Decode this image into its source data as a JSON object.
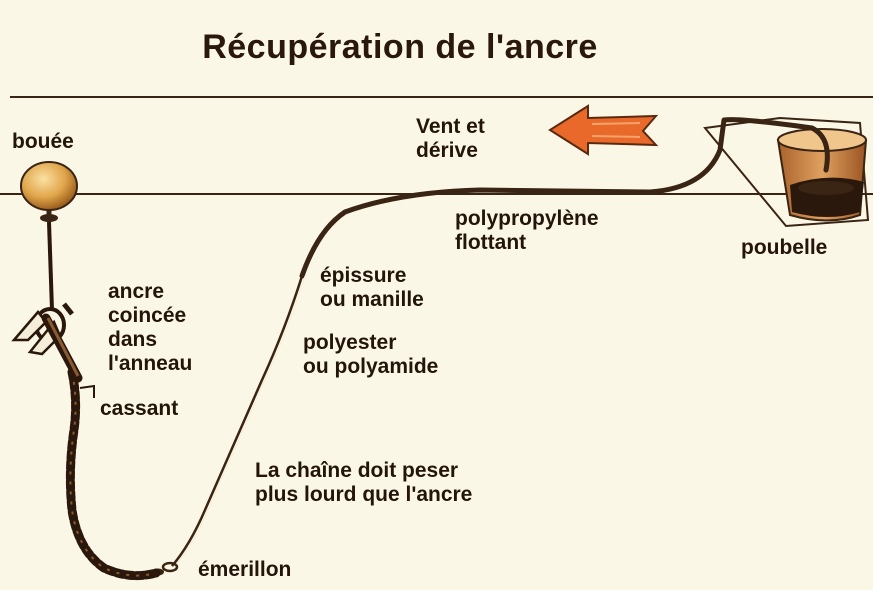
{
  "title": "Récupération de l'ancre",
  "labels": {
    "bouee": "bouée",
    "vent_1": "Vent et",
    "vent_2": "dérive",
    "polypropylene_1": "polypropylène",
    "polypropylene_2": "flottant",
    "poubelle": "poubelle",
    "epissure_1": "épissure",
    "epissure_2": "ou manille",
    "ancre_1": "ancre",
    "ancre_2": "coincée",
    "ancre_3": "dans",
    "ancre_4": "l'anneau",
    "polyester_1": "polyester",
    "polyester_2": "ou polyamide",
    "cassant": "cassant",
    "chaine_1": "La chaîne doit peser",
    "chaine_2": "plus lourd que l'ancre",
    "emerillon": "émerillon"
  },
  "colors": {
    "background": "#fbf7e6",
    "ink": "#24150a",
    "rope": "#3a2414",
    "arrow": "#e8692a",
    "buoy": "#e0a54a",
    "bin": "#c47a3c"
  }
}
